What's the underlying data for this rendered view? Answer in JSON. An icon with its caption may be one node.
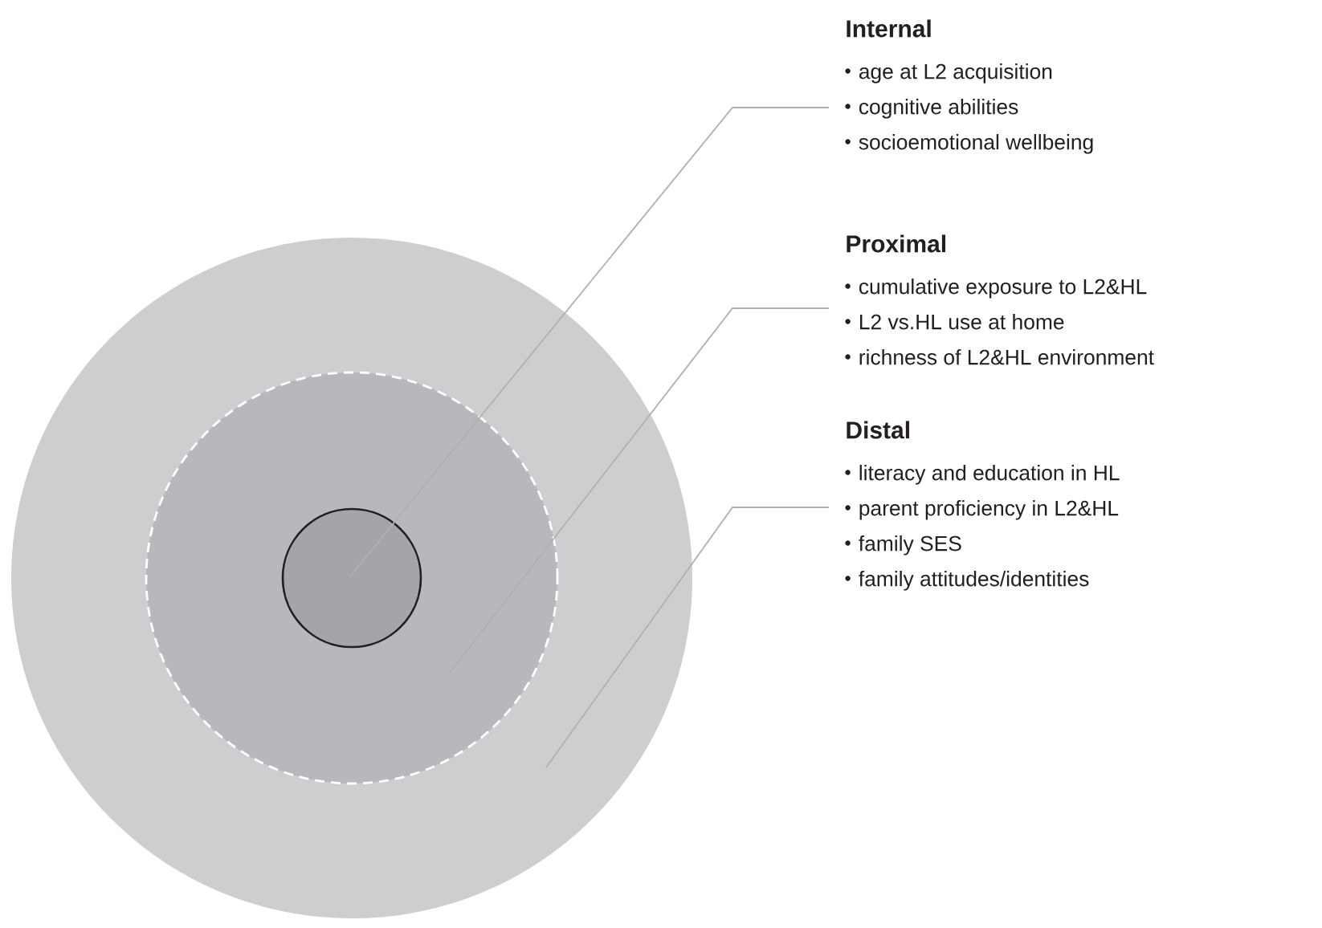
{
  "diagram": {
    "nodes": [
      {
        "text": [],
        "shape": "circle"
      },
      {
        "text": [],
        "shape": "circle",
        "in": 0
      },
      {
        "text": [],
        "shape": "circle",
        "in": 1
      },
      {
        "text": [
          "Internal",
          "age at L2 acquisition",
          "cognitive abilities",
          "socioemotional wellbeing"
        ]
      },
      {
        "text": [
          "Proximal",
          "cumulative exposure to L2&HL",
          "L2 vs.HL use at home",
          "richness of L2&HL environment"
        ]
      },
      {
        "text": [
          "Distal",
          "literacy and education in HL",
          "parent proficiency in L2&HL",
          "family SES",
          "family attitudes/identities"
        ]
      }
    ],
    "edges": [
      {
        "from": 3,
        "to": 2,
        "arrow": "none"
      },
      {
        "from": 4,
        "to": 1,
        "arrow": "none"
      },
      {
        "from": 5,
        "to": 0,
        "arrow": "none"
      }
    ]
  }
}
